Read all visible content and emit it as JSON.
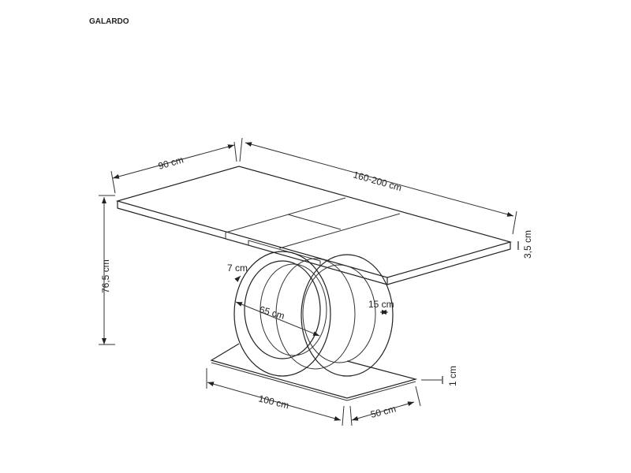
{
  "title": "GALARDO",
  "dimensions": {
    "width": "90 cm",
    "length": "160-200 cm",
    "height": "76,5 cm",
    "top_thickness": "3,5 cm",
    "ring_thickness": "7 cm",
    "ring_diameter": "65 cm",
    "ring_depth": "15 cm",
    "base_length": "100 cm",
    "base_width": "50 cm",
    "base_thickness": "1 cm"
  }
}
